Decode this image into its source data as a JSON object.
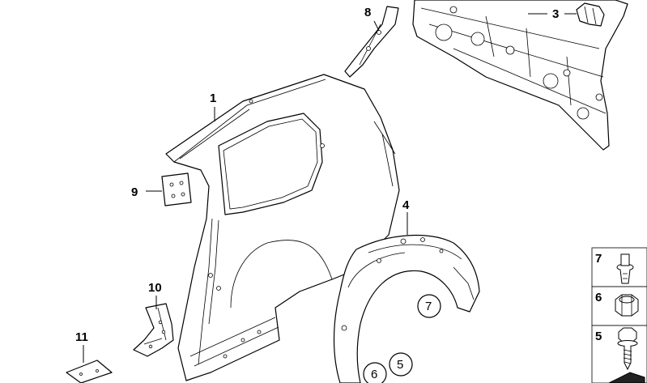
{
  "callouts": {
    "c1": "1",
    "c3": "3",
    "c4": "4",
    "c8": "8",
    "c9": "9",
    "c10": "10",
    "c11": "11"
  },
  "circled": {
    "c7": "7",
    "c5": "5",
    "c6": "6"
  },
  "legend": [
    {
      "num": "7",
      "icon": "expanding-rivet-icon"
    },
    {
      "num": "6",
      "icon": "hex-nut-icon"
    },
    {
      "num": "5",
      "icon": "hex-screw-icon"
    }
  ]
}
